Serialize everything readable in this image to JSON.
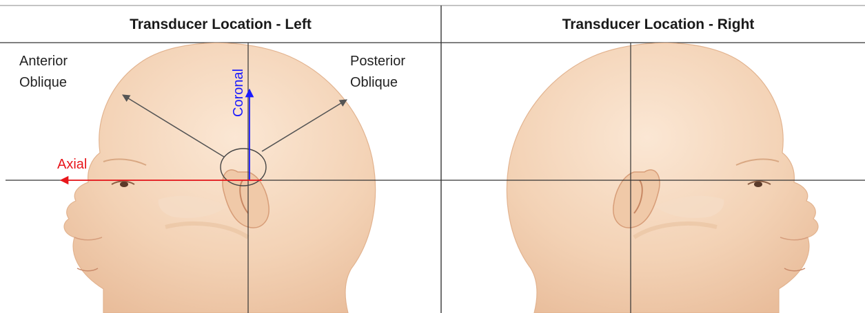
{
  "panels": {
    "left": {
      "title": "Transducer Location - Left"
    },
    "right": {
      "title": "Transducer Location - Right"
    }
  },
  "labels": {
    "anterior_oblique_line1": "Anterior",
    "anterior_oblique_line2": "Oblique",
    "posterior_oblique_line1": "Posterior",
    "posterior_oblique_line2": "Oblique",
    "coronal": "Coronal",
    "axial": "Axial"
  },
  "colors": {
    "skin": "#f2d3b7",
    "skin_shadow": "#e6b896",
    "grid_line": "#333333",
    "coronal": "#1a1aff",
    "axial": "#e8161b",
    "oblique_arrow": "#555555"
  },
  "icons": {
    "left_head": "head-profile-facing-left",
    "right_head": "head-profile-facing-right"
  }
}
